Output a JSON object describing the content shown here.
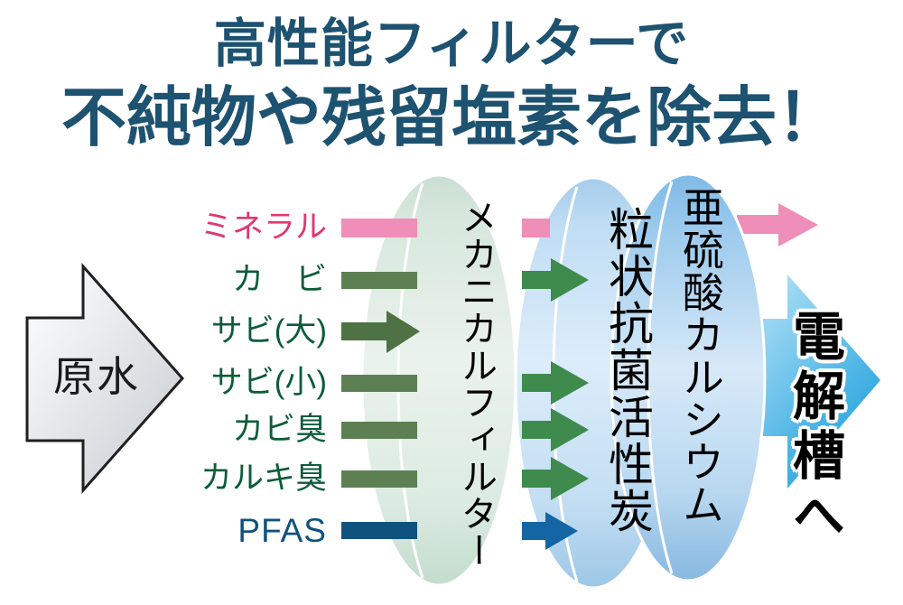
{
  "title": {
    "line1": "高性能フィルターで",
    "line2": "不純物や残留塩素を除去！"
  },
  "input_arrow": {
    "label": "原水"
  },
  "contaminants": [
    {
      "label": "ミネラル",
      "result": "passes-through-to-output"
    },
    {
      "label": "カ　ビ",
      "result": "removed-by-filter-2"
    },
    {
      "label": "サビ(大)",
      "result": "removed-by-filter-1"
    },
    {
      "label": "サビ(小)",
      "result": "removed-by-filter-2"
    },
    {
      "label": "カビ臭",
      "result": "removed-by-filter-2"
    },
    {
      "label": "カルキ臭",
      "result": "removed-by-filter-2"
    },
    {
      "label": "PFAS",
      "result": "removed-by-filter-2"
    }
  ],
  "filters": [
    {
      "label": "メカニカルフィルター"
    },
    {
      "label": "粒状抗菌活性炭"
    },
    {
      "label": "亜硫酸カルシウム"
    }
  ],
  "output_arrow": {
    "label": "電解槽へ"
  },
  "colors": {
    "title_text": "#1d5270",
    "mineral_text": "#e0386f",
    "mineral_pink": "#ef8eb8",
    "label_green": "#0d5c3a",
    "bar_green": "#5d8052",
    "arrow_green_dark": "#4e7244",
    "arrow_green_bright": "#3f8a4d",
    "pfas_text": "#0f527e",
    "pfas_bar": "#0f527d",
    "pfas_arrow_blue": "#1365a4",
    "output_blue_light": "#a6dcf5",
    "output_blue": "#29a5de",
    "raw_arrow_fill_start": "#ffffff",
    "raw_arrow_fill_end": "#c6ccd2"
  }
}
